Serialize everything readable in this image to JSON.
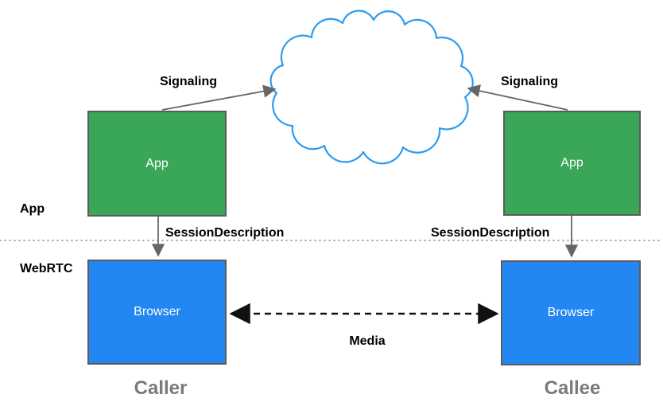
{
  "layers": {
    "app": "App",
    "webrtc": "WebRTC"
  },
  "nodes": {
    "caller_app": "App",
    "callee_app": "App",
    "caller_browser": "Browser",
    "callee_browser": "Browser"
  },
  "edges": {
    "signaling_left": "Signaling",
    "signaling_right": "Signaling",
    "session_left": "SessionDescription",
    "session_right": "SessionDescription",
    "media": "Media"
  },
  "captions": {
    "caller": "Caller",
    "callee": "Callee"
  },
  "colors": {
    "app_fill": "#3aa657",
    "browser_fill": "#2287f2",
    "box_border": "#5b5b5b",
    "box_text": "#ffffff",
    "cloud_stroke": "#2d9bf0",
    "cloud_fill": "#ffffff",
    "arrow": "#666666",
    "media_arrow": "#111111",
    "divider": "#9a9a9a",
    "caption_text": "#7a7a7a",
    "label_text": "#000000",
    "bg": "#ffffff"
  }
}
